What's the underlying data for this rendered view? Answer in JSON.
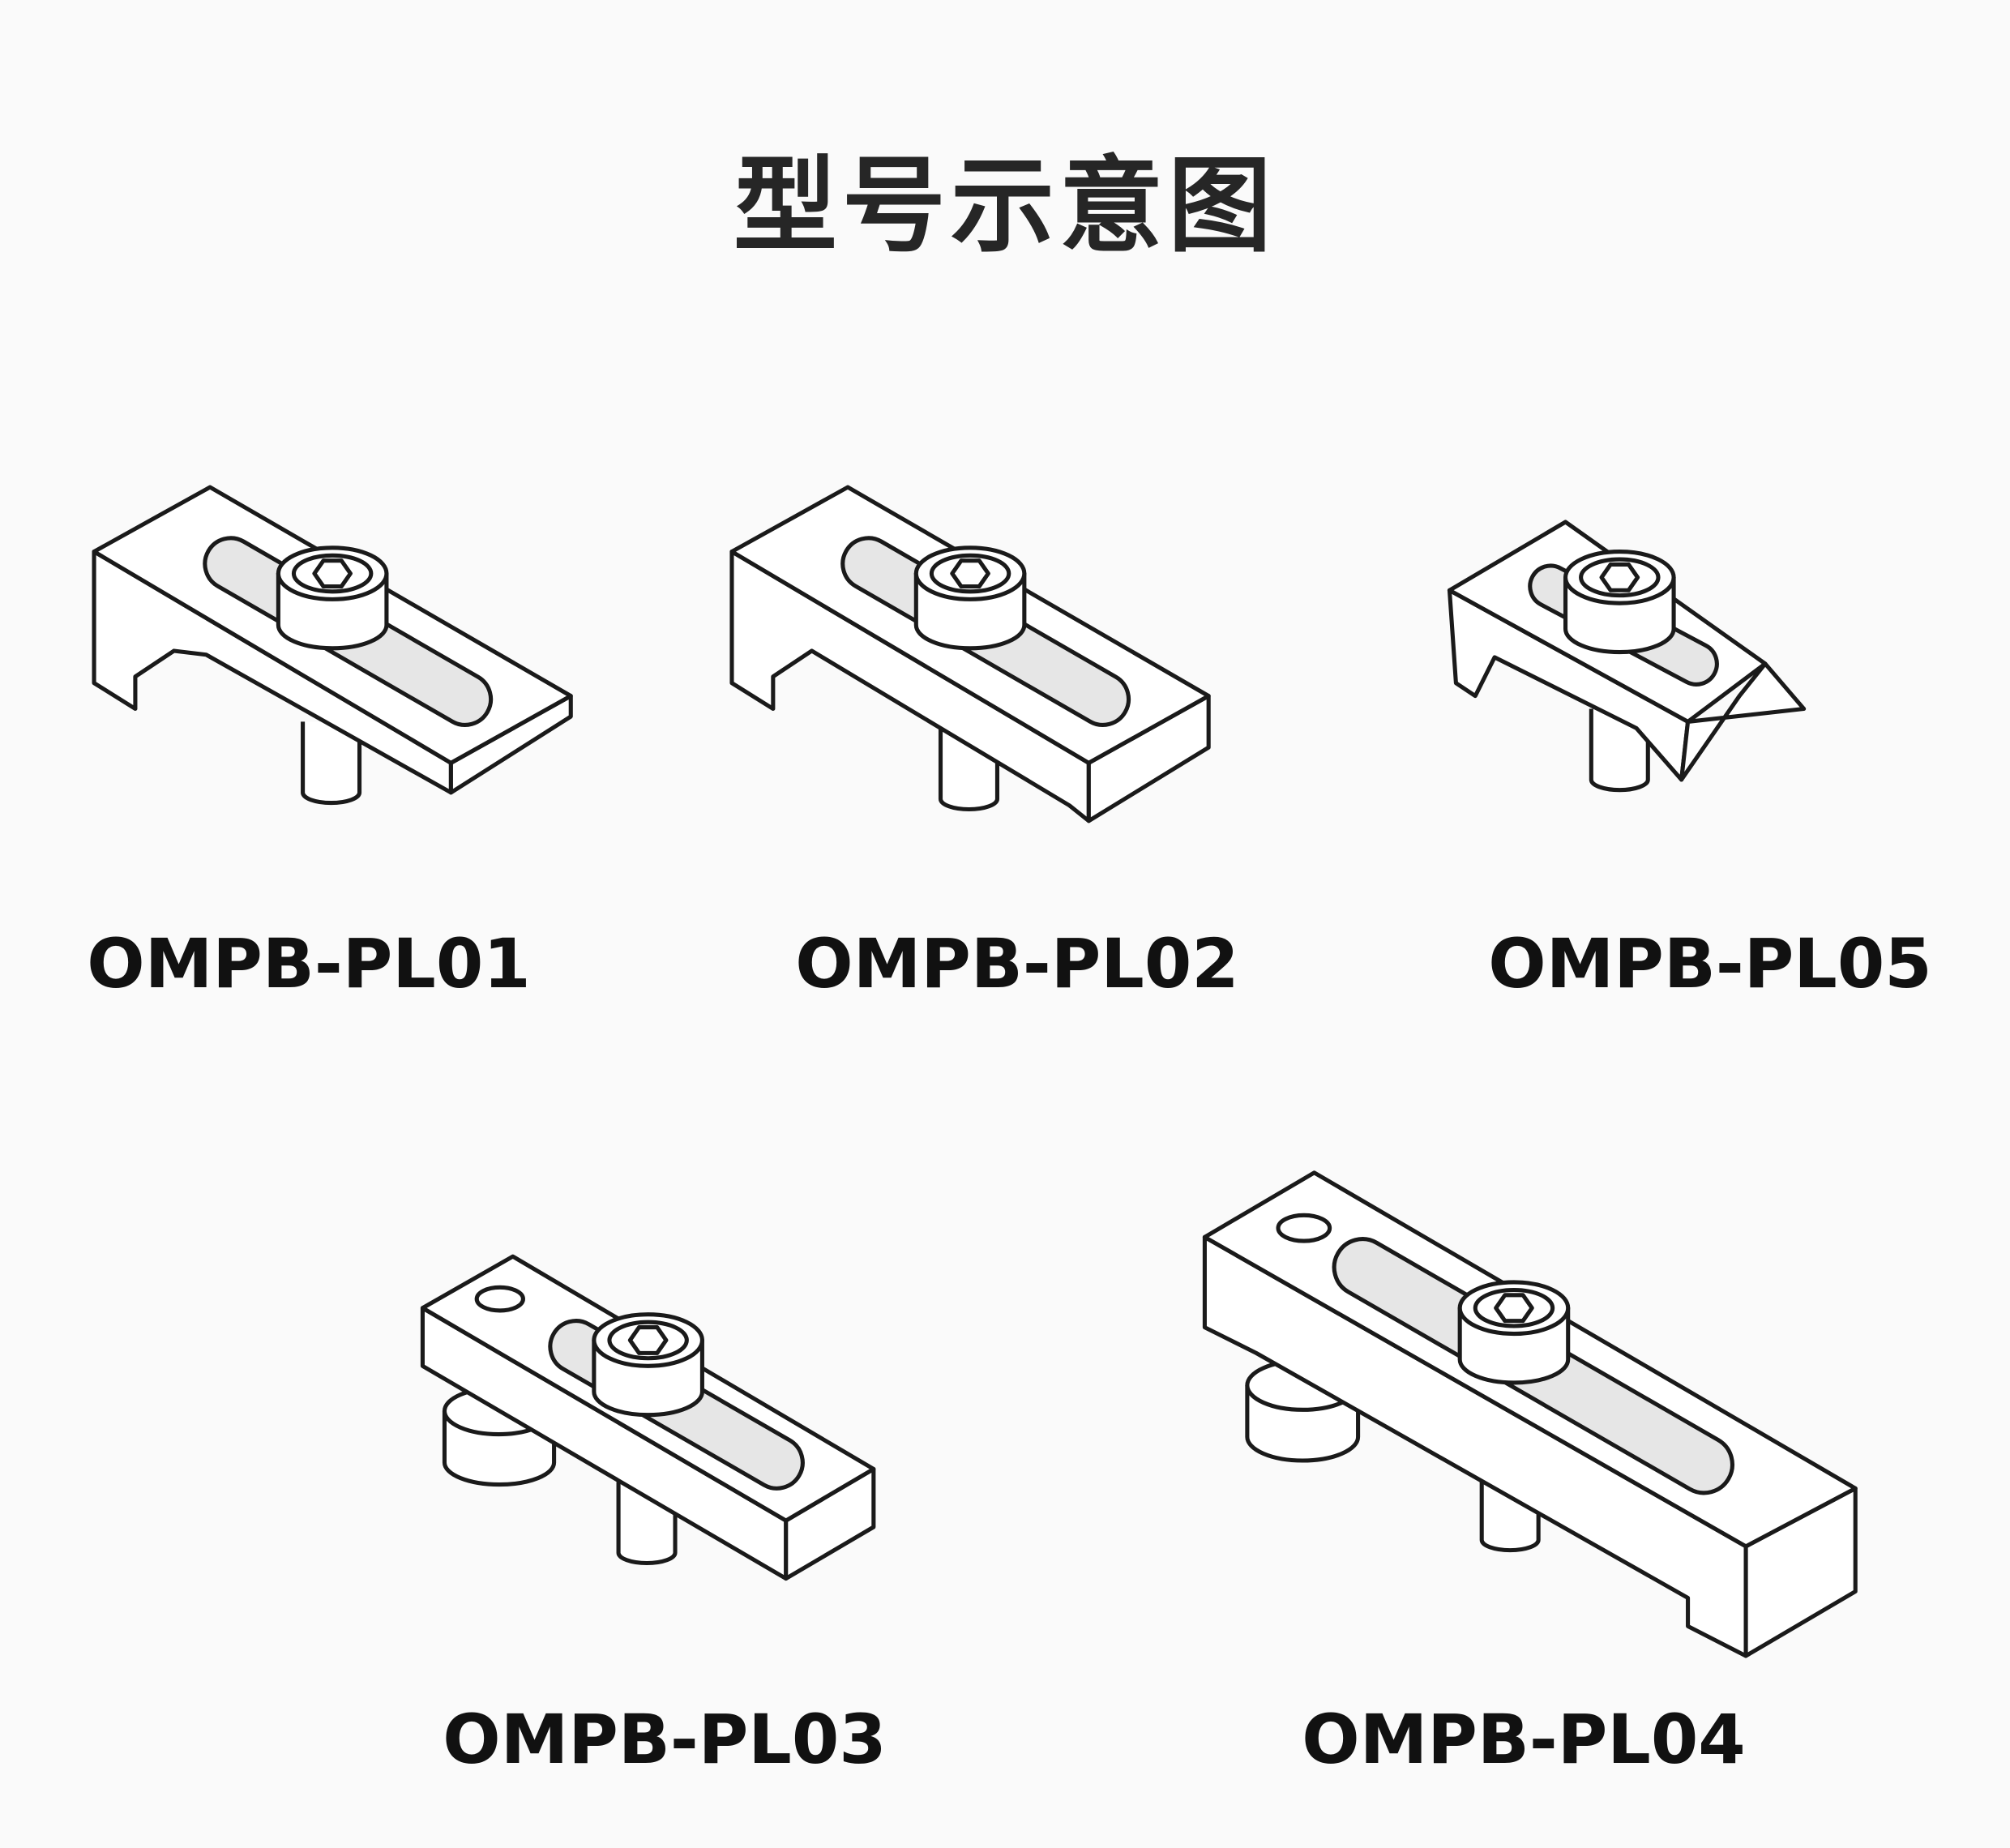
{
  "title": "型号示意图",
  "models": [
    {
      "label": "OMPB-PL01"
    },
    {
      "label": "OMPB-PL02"
    },
    {
      "label": "OMPB-PL05"
    },
    {
      "label": "OMPB-PL03"
    },
    {
      "label": "OMPB-PL04"
    }
  ]
}
